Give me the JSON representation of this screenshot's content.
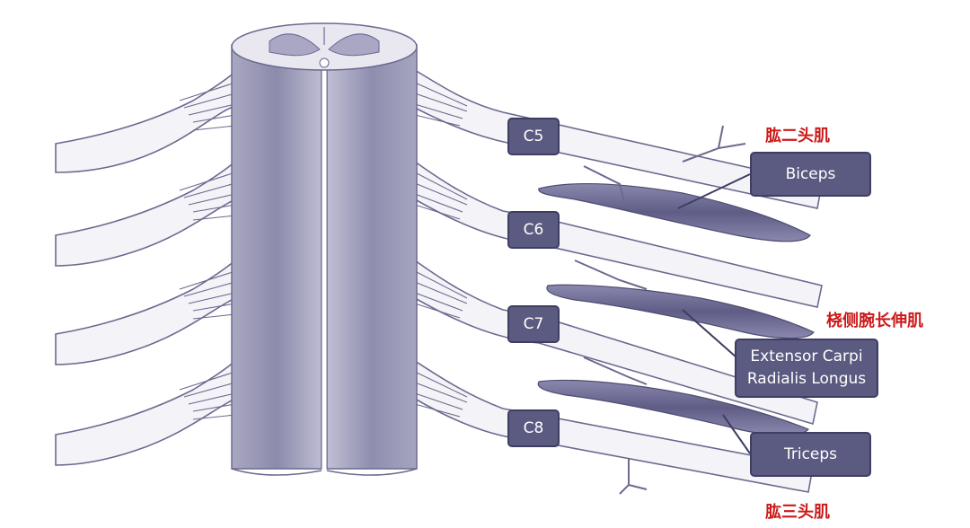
{
  "segments": [
    {
      "label": "C5"
    },
    {
      "label": "C6"
    },
    {
      "label": "C7"
    },
    {
      "label": "C8"
    }
  ],
  "muscles": {
    "biceps": {
      "label": "Biceps",
      "cn": "肱二头肌"
    },
    "ecrl": {
      "line1": "Extensor Carpi",
      "line2": "Radialis Longus",
      "cn": "桡侧腕长伸肌"
    },
    "triceps": {
      "label": "Triceps",
      "cn": "肱三头肌"
    }
  },
  "colors": {
    "box_fill": "#5b5a80",
    "nerve_fill": "#f4f3f8",
    "outline": "#6b6a8f",
    "cord": "#8d8cab",
    "muscle": "#6f6d94",
    "cn_label": "#cc1a1a"
  }
}
